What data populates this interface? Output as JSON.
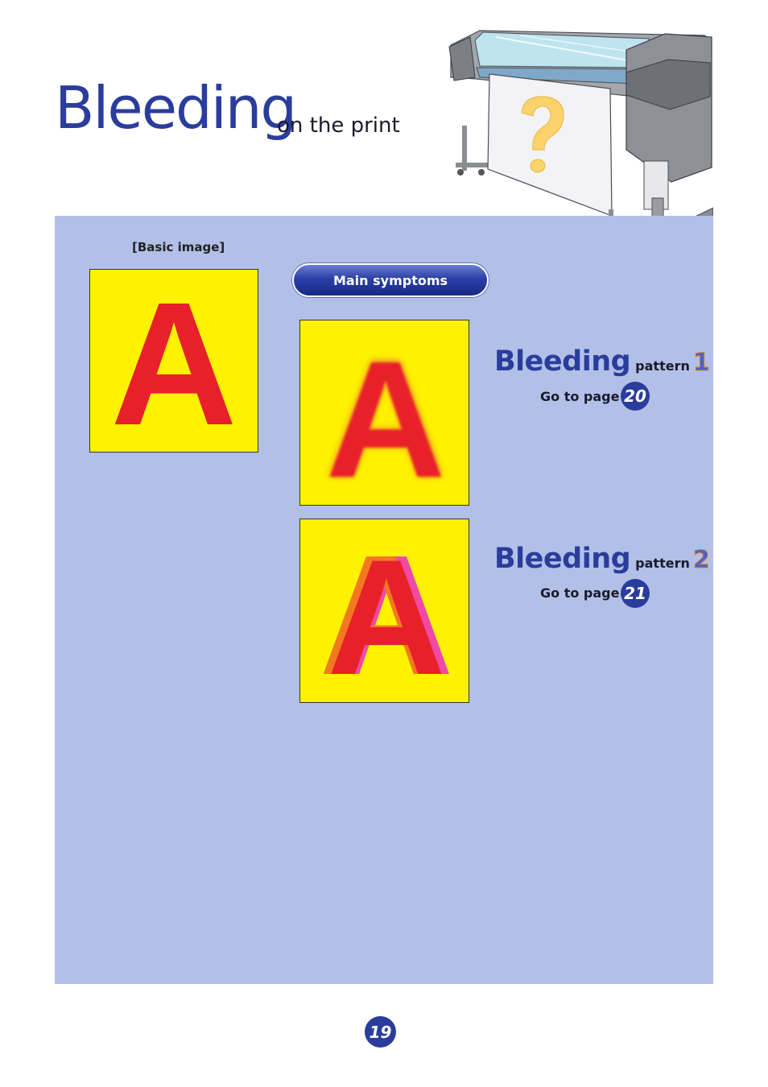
{
  "header": {
    "title": "Bleeding",
    "subtitle": "on the print"
  },
  "basic": {
    "label": "[Basic image]",
    "letter": "A"
  },
  "symptoms": {
    "button_label": "Main symptoms"
  },
  "patterns": [
    {
      "title": "Bleeding",
      "word": "pattern",
      "number": "1",
      "goto_label": "Go to page",
      "page": "20",
      "letter": "A"
    },
    {
      "title": "Bleeding",
      "word": "pattern",
      "number": "2",
      "goto_label": "Go to page",
      "page": "21",
      "letter": "A"
    }
  ],
  "footer": {
    "page_number": "19"
  },
  "colors": {
    "accent": "#2a3d9c",
    "panel": "#b2c0e8",
    "sample_bg": "#fff200",
    "letter": "#e8202a"
  },
  "icons": {
    "printer": "printer-illustration-icon",
    "question": "question-mark-icon"
  }
}
